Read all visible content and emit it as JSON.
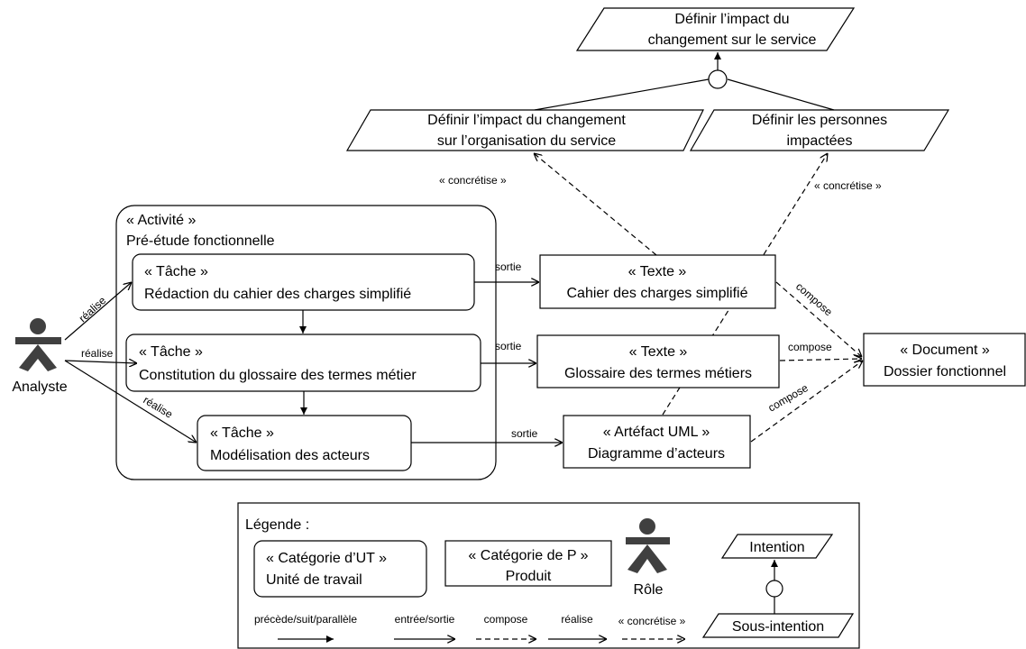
{
  "intentions": {
    "top": [
      "Définir l’impact du",
      "changement sur le service"
    ],
    "left": [
      "Définir l’impact du changement",
      "sur l’organisation du service"
    ],
    "right": [
      "Définir les personnes",
      "impactées"
    ]
  },
  "activity": {
    "stereotype": "« Activité »",
    "name": "Pré-étude fonctionnelle"
  },
  "tasks": [
    {
      "stereotype": "« Tâche »",
      "name": "Rédaction du cahier des charges simplifié"
    },
    {
      "stereotype": "« Tâche »",
      "name": "Constitution du glossaire des termes métier"
    },
    {
      "stereotype": "« Tâche »",
      "name": "Modélisation des acteurs"
    }
  ],
  "products": [
    {
      "stereotype": "« Texte »",
      "name": "Cahier des charges simplifié"
    },
    {
      "stereotype": "« Texte »",
      "name": "Glossaire des termes métiers"
    },
    {
      "stereotype": "« Artéfact UML »",
      "name": "Diagramme d’acteurs"
    }
  ],
  "document": {
    "stereotype": "« Document »",
    "name": "Dossier fonctionnel"
  },
  "role": {
    "name": "Analyste"
  },
  "labels": {
    "realise": "réalise",
    "sortie": "sortie",
    "compose": "compose",
    "concretise": "« concrétise »"
  },
  "legend": {
    "title": "Légende :",
    "ut_stereotype": "« Catégorie d’UT »",
    "ut_name": "Unité de travail",
    "p_stereotype": "« Catégorie de P »",
    "p_name": "Produit",
    "role": "Rôle",
    "intention": "Intention",
    "sub_intention": "Sous-intention",
    "arrows": {
      "precede": "précède/suit/parallèle",
      "entree": "entrée/sortie",
      "compose": "compose",
      "realise": "réalise",
      "concretise": "« concrétise »"
    }
  },
  "colors": {
    "role_figure": "#404040"
  }
}
